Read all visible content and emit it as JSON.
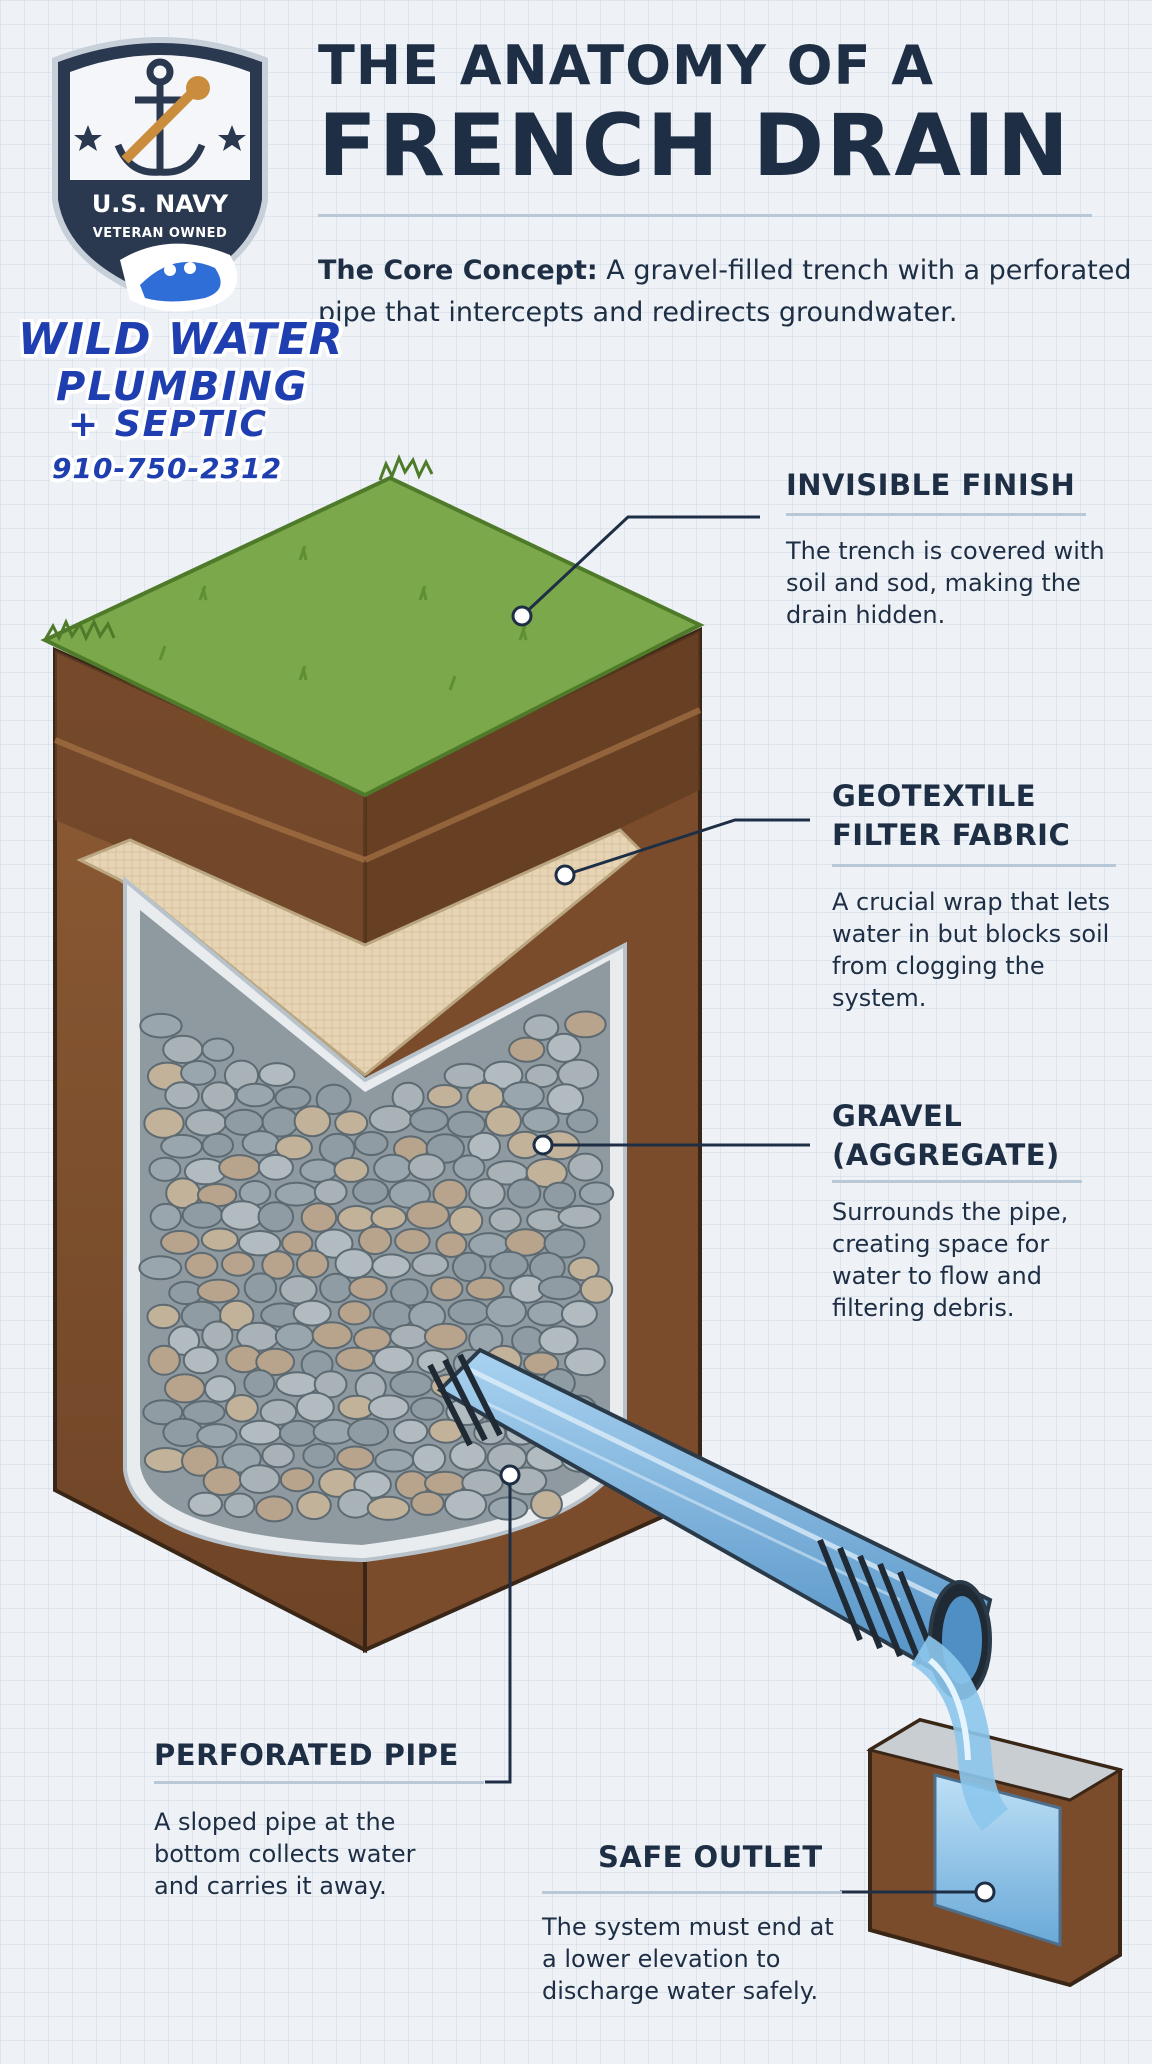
{
  "title": {
    "line1": "THE ANATOMY OF A",
    "line2": "FRENCH DRAIN"
  },
  "core_concept": {
    "label": "The Core Concept:",
    "text": "A gravel-filled trench with a perforated pipe that intercepts and redirects groundwater."
  },
  "logo": {
    "badge_line1": "U.S. NAVY",
    "badge_line2": "VETERAN OWNED",
    "brand_line1": "WILD WATER",
    "brand_line2": "PLUMBING",
    "brand_line3": "+ SEPTIC",
    "phone": "910-750-2312"
  },
  "callouts": {
    "invisible_finish": {
      "title": "INVISIBLE FINISH",
      "text": "The trench is covered with soil and sod, making the drain hidden."
    },
    "geotextile": {
      "title_line1": "GEOTEXTILE",
      "title_line2": "FILTER FABRIC",
      "text": "A crucial wrap that lets water in but blocks soil from clogging the system."
    },
    "gravel": {
      "title_line1": "GRAVEL",
      "title_line2": "(AGGREGATE)",
      "text": "Surrounds the pipe, creating space for water to flow and filtering debris."
    },
    "pipe": {
      "title": "PERFORATED PIPE",
      "text": "A sloped pipe at the bottom collects water and carries it away."
    },
    "outlet": {
      "title": "SAFE OUTLET",
      "text": "The system must end at a lower elevation to discharge water safely."
    }
  },
  "colors": {
    "navy_text": "#1e2f45",
    "grass": "#7aa84a",
    "soil": "#8a5a34",
    "fabric": "#e6d6bb",
    "gravel": "#a9b2b6",
    "pipe_water": "#7fb2dc",
    "brand_blue": "#1f3fb0"
  },
  "icons": [
    "anchor-icon",
    "wrench-icon",
    "star-icon",
    "water-mascot-icon"
  ]
}
